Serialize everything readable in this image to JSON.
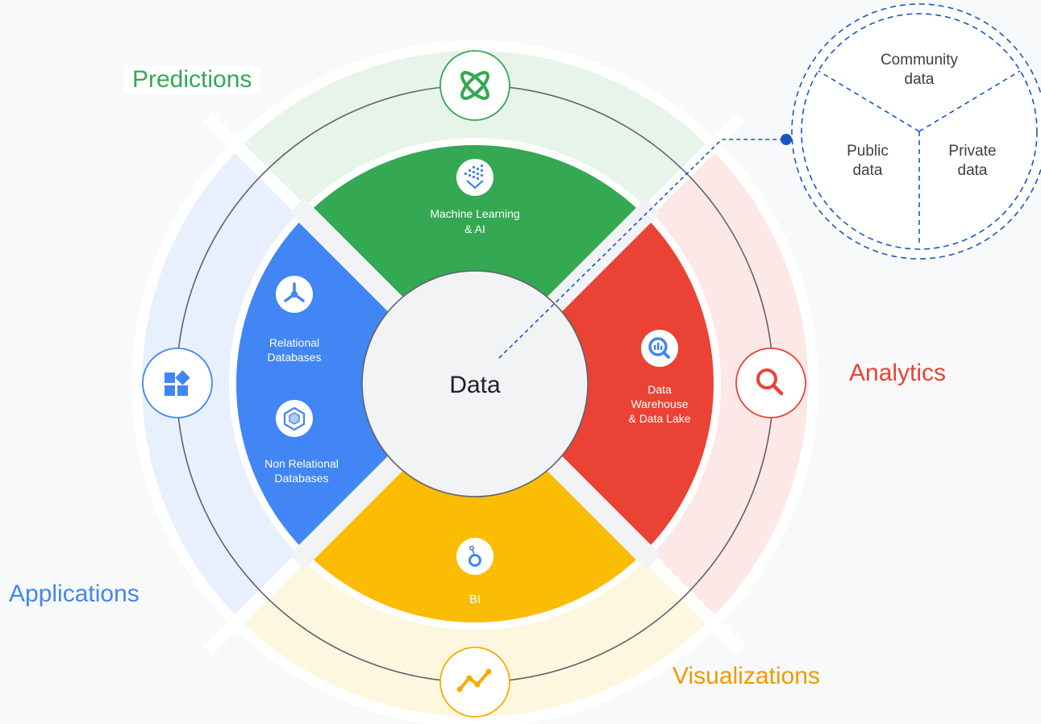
{
  "center": {
    "label": "Data"
  },
  "segments": [
    {
      "id": "ml",
      "line1": "Machine Learning",
      "line2": "& AI",
      "color": "#34a853",
      "icon": "vertex-ai-icon"
    },
    {
      "id": "dw",
      "line1": "Data",
      "line2": "Warehouse",
      "line3": "& Data Lake",
      "color": "#ea4335",
      "icon": "bigquery-icon"
    },
    {
      "id": "bi",
      "line1": "BI",
      "color": "#fbbc04",
      "icon": "looker-icon"
    },
    {
      "id": "db",
      "line1": "Relational",
      "line2": "Databases",
      "line3": "Non Relational",
      "line4": "Databases",
      "color": "#4285f4",
      "icon1": "cloud-sql-icon",
      "icon2": "firestore-icon"
    }
  ],
  "outer_ring": [
    {
      "label": "Predictions",
      "color": "#34a853",
      "band_color": "#e6f4ea",
      "icon": "atom-icon"
    },
    {
      "label": "Analytics",
      "color": "#ea4335",
      "band_color": "#fce8e6",
      "icon": "search-icon"
    },
    {
      "label": "Visualizations",
      "color": "#f29900",
      "band_color": "#fef7e0",
      "icon": "trend-line-icon"
    },
    {
      "label": "Applications",
      "color": "#4285f4",
      "band_color": "#e8f0fe",
      "icon": "apps-grid-icon"
    }
  ],
  "callout": {
    "top": [
      "Community",
      "data"
    ],
    "left": [
      "Public",
      "data"
    ],
    "right": [
      "Private",
      "data"
    ],
    "color": "#1a56c4"
  }
}
